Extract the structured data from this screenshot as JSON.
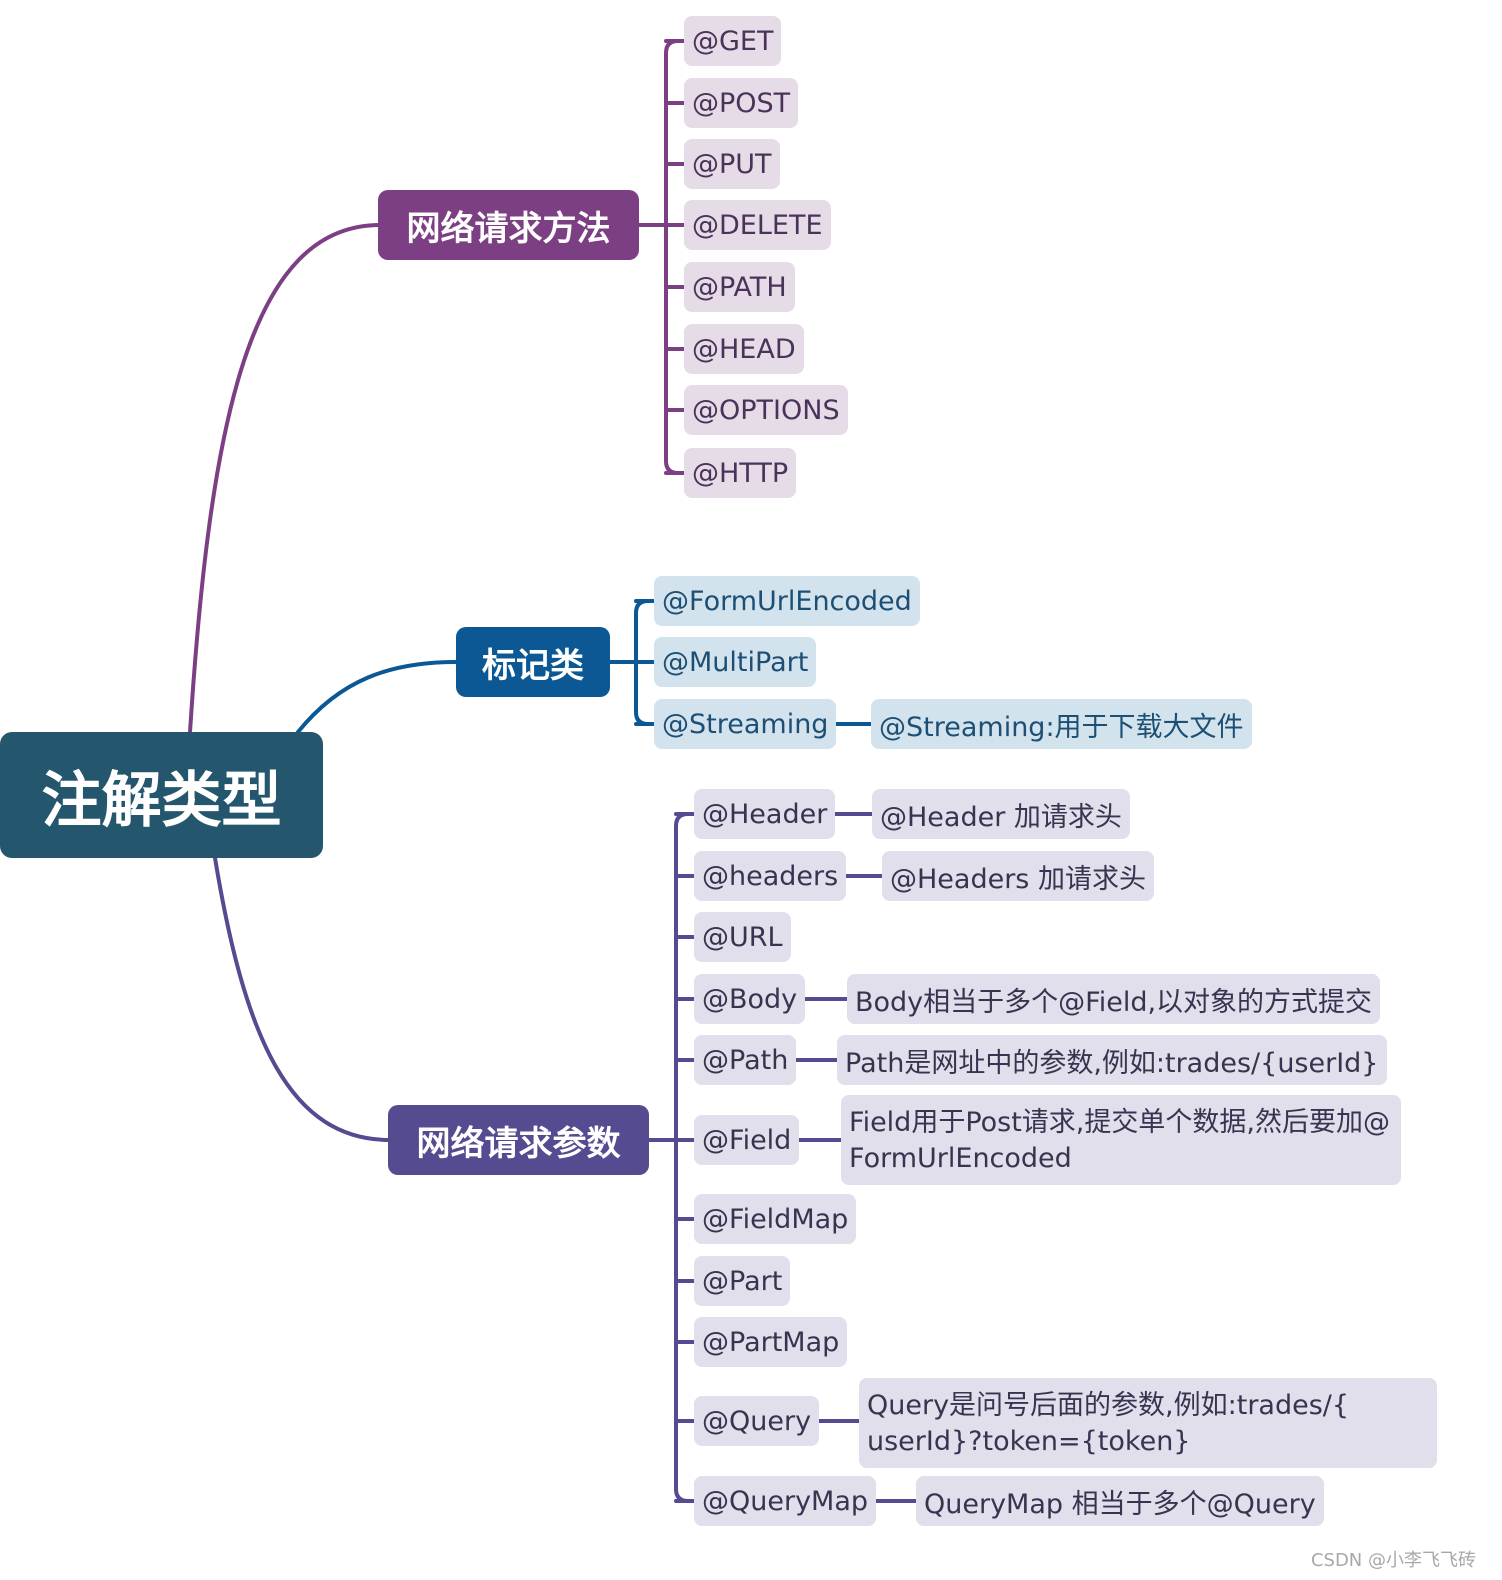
{
  "root": {
    "label": "注解类型",
    "color": "#24566e"
  },
  "branches": {
    "methods": {
      "label": "网络请求方法",
      "color": "#7d3f83",
      "leaf_bg": "#e6dce8",
      "items": [
        "@GET",
        "@POST",
        "@PUT",
        "@DELETE",
        "@PATH",
        "@HEAD",
        "@OPTIONS",
        "@HTTP"
      ]
    },
    "markers": {
      "label": "标记类",
      "color": "#0c5894",
      "leaf_bg": "#d3e3ee",
      "items": [
        "@FormUrlEncoded",
        "@MultiPart",
        "@Streaming"
      ],
      "notes": {
        "streaming": "@Streaming:用于下载大文件"
      }
    },
    "params": {
      "label": "网络请求参数",
      "color": "#544b90",
      "leaf_bg": "#e0dfeb",
      "items": [
        "@Header",
        "@headers",
        "@URL",
        "@Body",
        "@Path",
        "@Field",
        "@FieldMap",
        "@Part",
        "@PartMap",
        "@Query",
        "@QueryMap"
      ],
      "notes": {
        "header": "@Header 加请求头",
        "headers": "@Headers 加请求头",
        "body": "Body相当于多个@Field,以对象的方式提交",
        "path": "Path是网址中的参数,例如:trades/{userId}",
        "field": "Field用于Post请求,提交单个数据,然后要加@ FormUrlEncoded",
        "query": "Query是问号后面的参数,例如:trades/{ userId}?token={token}",
        "querymap": "QueryMap 相当于多个@Query"
      }
    }
  },
  "watermark": "CSDN @小李飞飞砖"
}
